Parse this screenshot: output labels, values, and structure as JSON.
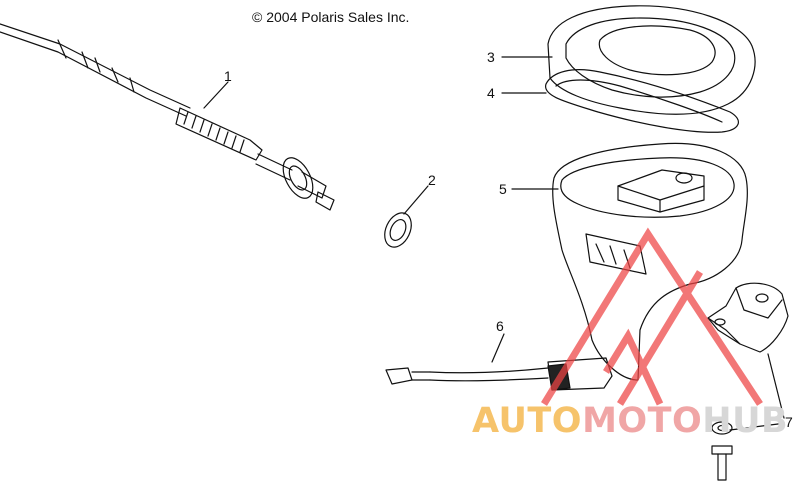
{
  "copyright": "© 2004 Polaris Sales Inc.",
  "callouts": [
    {
      "id": "1",
      "label": "1"
    },
    {
      "id": "2",
      "label": "2"
    },
    {
      "id": "3",
      "label": "3"
    },
    {
      "id": "4",
      "label": "4"
    },
    {
      "id": "5",
      "label": "5"
    },
    {
      "id": "6",
      "label": "6"
    },
    {
      "id": "7",
      "label": "7"
    }
  ],
  "watermark": {
    "part1": "AUTO",
    "part2": "MOTO",
    "part3": "HUB",
    "colors": {
      "auto": "#f6c36b",
      "moto": "#f0a6a6",
      "hub": "#d7d7d7",
      "logo": "#ee4444"
    }
  }
}
